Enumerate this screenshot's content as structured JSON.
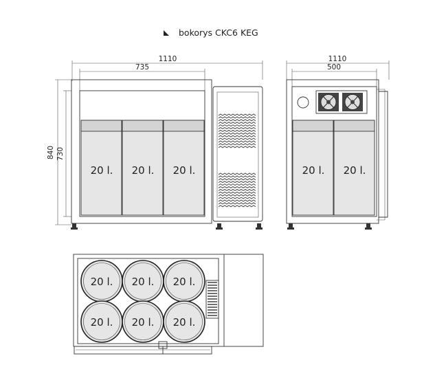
{
  "title": "bokorys CKC6 KEG",
  "front_view": {
    "width_label": "1110",
    "inner_width_label": "735",
    "height_label": "840",
    "inner_height_label": "730",
    "kegs": [
      "20 l.",
      "20 l.",
      "20 l."
    ]
  },
  "side_view": {
    "width_label": "1110",
    "inner_width_label": "500",
    "kegs": [
      "20 l.",
      "20 l."
    ]
  },
  "top_view": {
    "kegs": [
      "20 l.",
      "20 l.",
      "20 l.",
      "20 l.",
      "20 l.",
      "20 l."
    ]
  },
  "colors": {
    "line": "#333333",
    "panel": "#e6e6e6",
    "vent": "#555555"
  }
}
